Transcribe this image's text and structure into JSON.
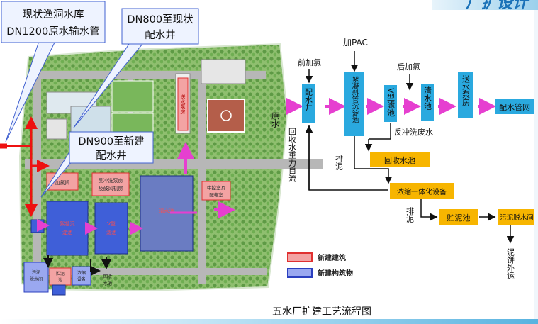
{
  "header": {
    "title": "厂扩设计"
  },
  "colors": {
    "site_green": "#8fbf6f",
    "road": "#b7b7b7",
    "building_blue": "#3f5fd8",
    "building_red": "#f3a3a3",
    "process_blue": "#2aa9df",
    "process_yellow": "#f7b500",
    "arrow_magenta": "#e63fd0",
    "callout_fill": "#eef3ff",
    "red_pipe": "#ee1111"
  },
  "callouts": {
    "reservoir": [
      "现状渔洞水库",
      "DN1200原水输水管"
    ],
    "dn800": [
      "DN800至现状",
      "配水井"
    ],
    "dn900": [
      "DN900至新建",
      "配水井"
    ]
  },
  "plan": {
    "labels": {
      "pump_house": "送水泵房",
      "dosing": "加氯间",
      "backwash": [
        "反冲洗泵房",
        "及鼓风机房"
      ],
      "power": [
        "中控室及",
        "配电室"
      ],
      "recovery_pool": [
        "回收",
        "水池"
      ],
      "settling": [
        "絮凝沉",
        "淀池"
      ],
      "filter": [
        "V型",
        "滤池"
      ],
      "clear_pool": "清水池",
      "thick": [
        "浓缩",
        "设备"
      ],
      "dewater": [
        "污泥",
        "脱水间"
      ],
      "sludge": [
        "贮泥",
        "池"
      ]
    },
    "legend": [
      {
        "label": "新建建筑",
        "color": "#f3a3a3",
        "border": "#e03030"
      },
      {
        "label": "新建构筑物",
        "color": "#9aa8f0",
        "border": "#2b3fbf"
      }
    ]
  },
  "flow": {
    "raw_water": "原水",
    "pac": "加PAC",
    "pre_chlor": "前加氯",
    "post_chlor": "后加氯",
    "nodes": {
      "distribution_well": "配水井",
      "settling_tank": "絮凝斜管沉淀池",
      "v_filter": "V型滤池",
      "clear_water": "清水池",
      "pump_house": "送水泵房",
      "network": "配水管网",
      "recovery_pool": "回收水池",
      "thickener": "浓缩一体化设备",
      "sludge_pool": "贮泥池",
      "dewatering": "污泥脱水间"
    },
    "notes": {
      "backwash_waste": "反冲洗废水",
      "drain_mud_1": "排泥",
      "drain_mud_2": "排泥",
      "gravity_return": "回收水重力自流",
      "cake_out": "泥饼外运"
    }
  },
  "caption": "五水厂扩建工艺流程图"
}
